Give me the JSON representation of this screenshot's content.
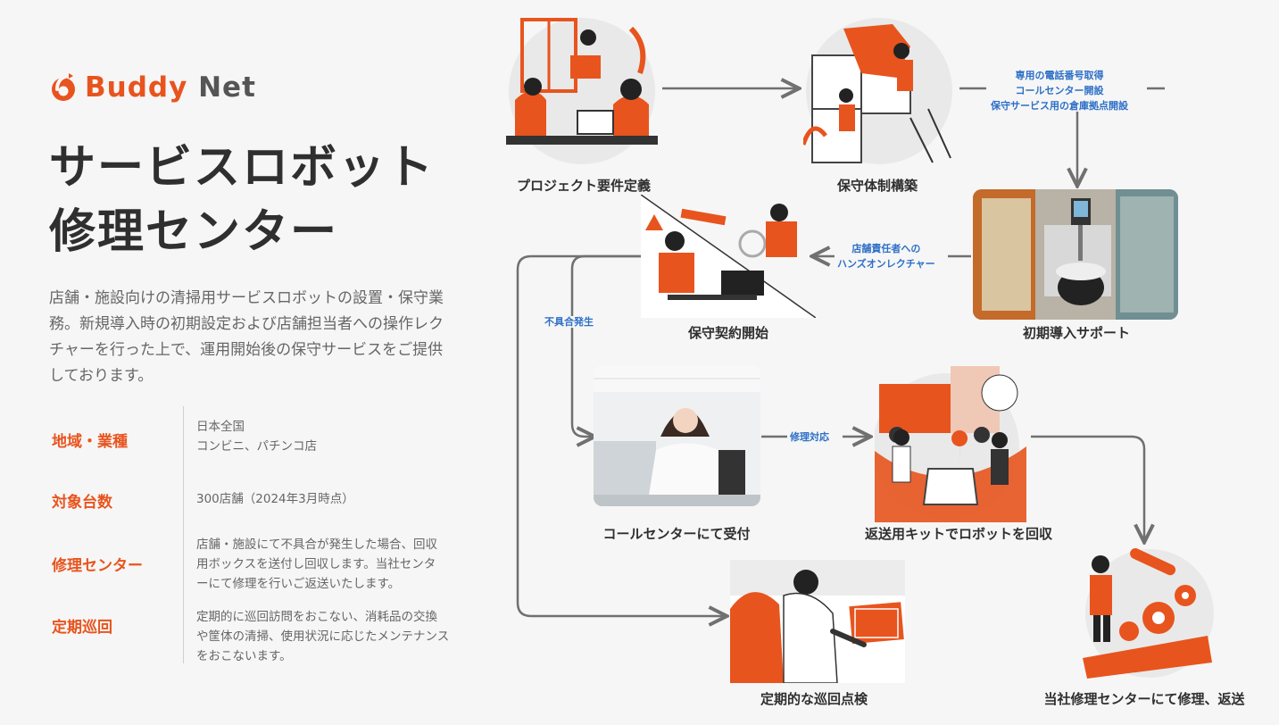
{
  "brand": {
    "logo_text_a": "Buddy",
    "logo_text_b": "Net",
    "color": "#e8541e"
  },
  "title": {
    "line1": "サービスロボット",
    "line2": "修理センター"
  },
  "description": "店舗・施設向けの清掃用サービスロボットの設置・保守業務。新規導入時の初期設定および店舗担当者への操作レクチャーを行った上で、運用開始後の保守サービスをご提供しております。",
  "info": [
    {
      "label": "地域・業種",
      "value_lines": [
        "日本全国",
        "コンビニ、パチンコ店"
      ]
    },
    {
      "label": "対象台数",
      "value_lines": [
        "300店舗（2024年3月時点）"
      ]
    },
    {
      "label": "修理センター",
      "value_lines": [
        "店舗・施設にて不具合が発生した場合、回収",
        "用ボックスを送付し回収します。当社センタ",
        "ーにて修理を行いご返送いたします。"
      ]
    },
    {
      "label": "定期巡回",
      "value_lines": [
        "定期的に巡回訪問をおこない、消耗品の交換",
        "や筐体の清掃、使用状況に応じたメンテナンス",
        "をおこないます。"
      ]
    }
  ],
  "steps": {
    "requirements": "プロジェクト要件定義",
    "structure": "保守体制構築",
    "initial_support": "初期導入サポート",
    "contract_start": "保守契約開始",
    "call_center": "コールセンターにて受付",
    "return_kit": "返送用キットでロボットを回収",
    "inspection": "定期的な巡回点検",
    "repair": "当社修理センターにて修理、返送"
  },
  "notes": {
    "structure_detail": [
      "専用の電話番号取得",
      "コールセンター開設",
      "保守サービス用の倉庫拠点開設"
    ],
    "lecture": [
      "店舗責任者への",
      "ハンズオンレクチャー"
    ],
    "failure": "不具合発生",
    "repair_response": "修理対応"
  },
  "colors": {
    "accent": "#e8541e",
    "note_blue": "#2d6fc7",
    "arrow": "#707070"
  }
}
